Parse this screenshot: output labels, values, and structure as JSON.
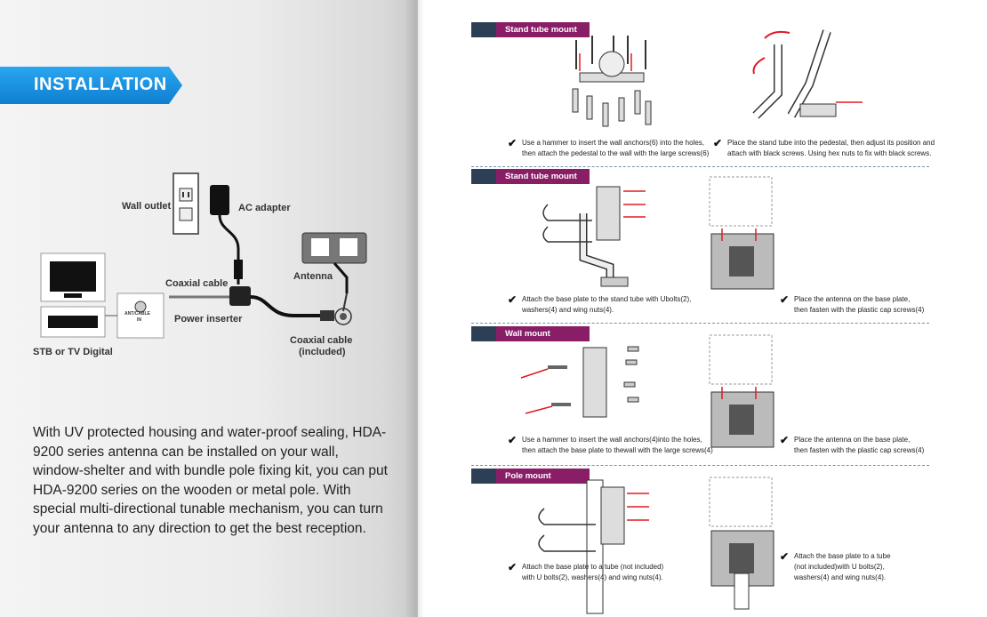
{
  "installation": {
    "title": "INSTALLATION",
    "labels": {
      "wall_outlet": "Wall outlet",
      "ac_adapter": "AC adapter",
      "antenna": "Antenna",
      "coaxial_cable": "Coaxial cable",
      "power_inserter": "Power inserter",
      "coaxial_included_1": "Coaxial cable",
      "coaxial_included_2": "(included)",
      "stb": "STB or TV Digital",
      "ant_port_1": "ANT/CABLE",
      "ant_port_2": "IN"
    },
    "description": "With UV protected housing and water-proof sealing, HDA-9200 series antenna can be installed on your wall, window-shelter and with bundle pole fixing kit, you can put HDA-9200 series on the wooden or metal pole. With special multi-directional tunable mechanism, you can turn your antenna to any direction to get the best reception."
  },
  "sections": [
    {
      "title": "Stand tube mount",
      "step1": [
        "Use a hammer to insert the wall anchors(6) into the holes,",
        "then attach the pedestal to the wall with the large screws(6)"
      ],
      "step2": [
        "Place the stand tube into the pedestal, then adjust its position and",
        "attach with black screws. Using hex nuts to fix with black screws."
      ]
    },
    {
      "title": "Stand tube mount",
      "step1": [
        "Attach the base plate to the stand tube with Ubolts(2),",
        "washers(4) and wing nuts(4)."
      ],
      "step2": [
        "Place the antenna on the base plate,",
        "then fasten with the plastic cap screws(4)"
      ]
    },
    {
      "title": "Wall mount",
      "step1": [
        "Use a hammer to insert the wall anchors(4)into the holes,",
        "then attach the base plate to thewall with the large screws(4)"
      ],
      "step2": [
        "Place the antenna on the base plate,",
        "then fasten with the plastic cap screws(4)"
      ]
    },
    {
      "title": "Pole mount",
      "step1": [
        "Attach the base plate to a tube (not included)",
        "with U bolts(2), washers(4) and wing nuts(4)."
      ],
      "step2": [
        "Attach the base plate to a tube",
        "(not included)with U bolts(2),",
        "washers(4) and wing nuts(4)."
      ]
    }
  ],
  "colors": {
    "banner": "#1a8fe0",
    "tag_dark": "#2d3f55",
    "tag_magenta": "#8a1e66",
    "arrow": "#e01b24"
  }
}
